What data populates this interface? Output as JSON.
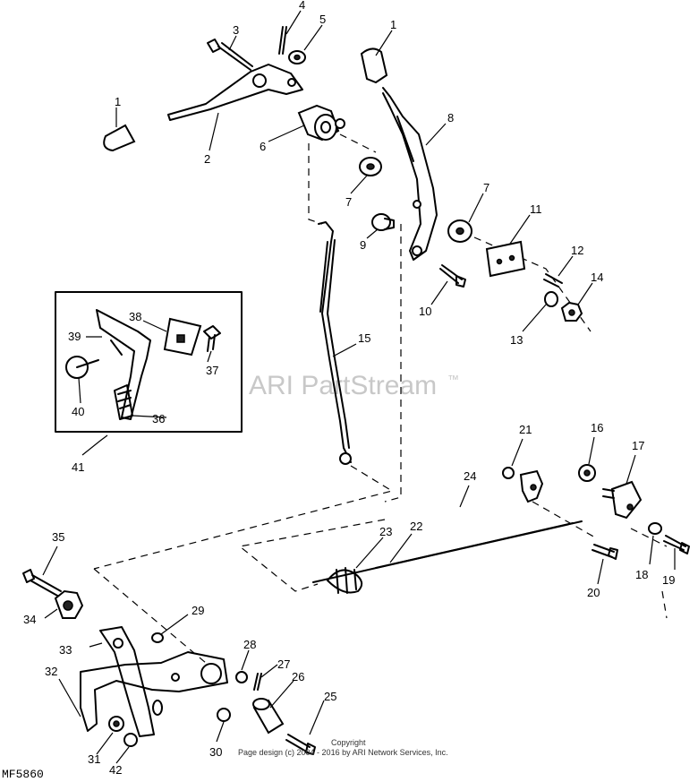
{
  "watermark": {
    "text": "ARI PartStream",
    "trademark": "™"
  },
  "copyright": {
    "line1": "Copyright",
    "line2": "Page design (c) 2004 - 2016 by ARI Network Services, Inc."
  },
  "figure_code": "MF5860",
  "callouts": {
    "c1a": "1",
    "c1b": "1",
    "c2": "2",
    "c3": "3",
    "c4": "4",
    "c5": "5",
    "c6": "6",
    "c7a": "7",
    "c7b": "7",
    "c8": "8",
    "c9": "9",
    "c10": "10",
    "c11": "11",
    "c12": "12",
    "c13": "13",
    "c14": "14",
    "c15": "15",
    "c16": "16",
    "c17": "17",
    "c18": "18",
    "c19": "19",
    "c20": "20",
    "c21": "21",
    "c22": "22",
    "c23": "23",
    "c24": "24",
    "c25": "25",
    "c26": "26",
    "c27": "27",
    "c28": "28",
    "c29": "29",
    "c30": "30",
    "c31": "31",
    "c32": "32",
    "c33": "33",
    "c34": "34",
    "c35": "35",
    "c36": "36",
    "c37": "37",
    "c38": "38",
    "c39": "39",
    "c40": "40",
    "c41": "41",
    "c42": "42"
  }
}
